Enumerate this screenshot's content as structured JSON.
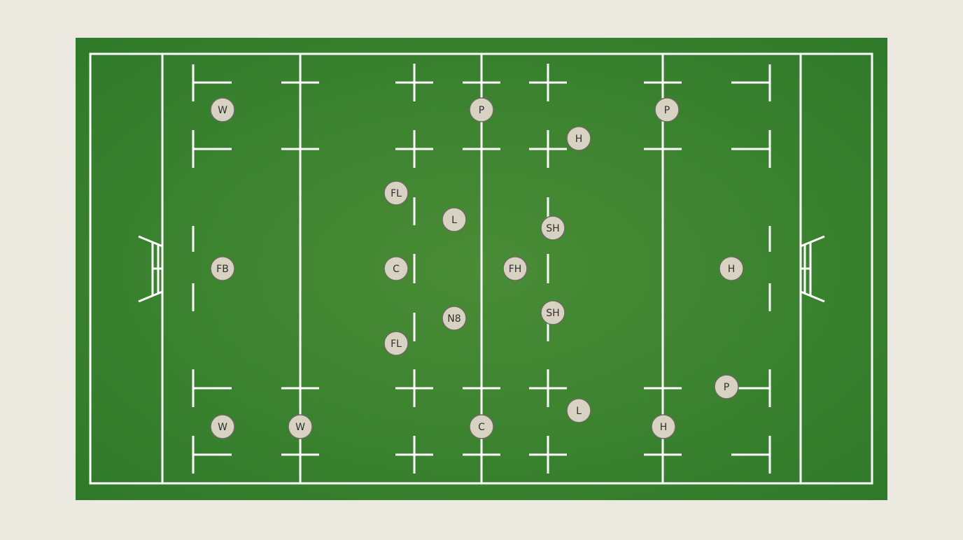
{
  "colors": {
    "background": "#ece9e1",
    "grass_light": "#4a8c36",
    "grass_dark": "#2f7a2a",
    "line": "#ffffff",
    "token_fill": "#d8d2c2",
    "token_stroke": "#6a6a5e",
    "token_text": "#2f2f2f"
  },
  "field": {
    "type": "rugby pitch",
    "posts": [
      "left",
      "right"
    ]
  },
  "players": [
    {
      "label": "W"
    },
    {
      "label": "W"
    },
    {
      "label": "W"
    },
    {
      "label": "FB"
    },
    {
      "label": "FL"
    },
    {
      "label": "L"
    },
    {
      "label": "C"
    },
    {
      "label": "N8"
    },
    {
      "label": "FL"
    },
    {
      "label": "P"
    },
    {
      "label": "C"
    },
    {
      "label": "FH"
    },
    {
      "label": "H"
    },
    {
      "label": "SH"
    },
    {
      "label": "SH"
    },
    {
      "label": "L"
    },
    {
      "label": "P"
    },
    {
      "label": "H"
    },
    {
      "label": "H"
    },
    {
      "label": "P"
    }
  ]
}
